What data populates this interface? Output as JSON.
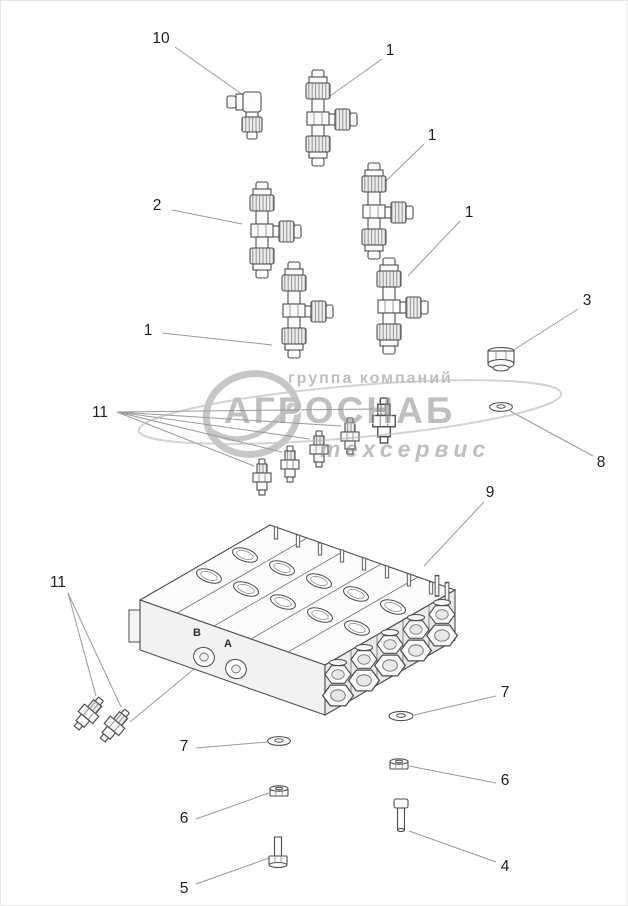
{
  "figure": {
    "callouts": [
      {
        "label": "10"
      },
      {
        "label": "1"
      },
      {
        "label": "1"
      },
      {
        "label": "2"
      },
      {
        "label": "1"
      },
      {
        "label": "3"
      },
      {
        "label": "1"
      },
      {
        "label": "11"
      },
      {
        "label": "8"
      },
      {
        "label": "9"
      },
      {
        "label": "11"
      },
      {
        "label": "7"
      },
      {
        "label": "7"
      },
      {
        "label": "6"
      },
      {
        "label": "6"
      },
      {
        "label": "4"
      },
      {
        "label": "5"
      }
    ],
    "manifold": {
      "port_label_b": "B",
      "port_label_a": "A"
    }
  },
  "watermark": {
    "top": "группа компаний",
    "main": "АГРОСНАБ",
    "bottom": "техсервис"
  }
}
